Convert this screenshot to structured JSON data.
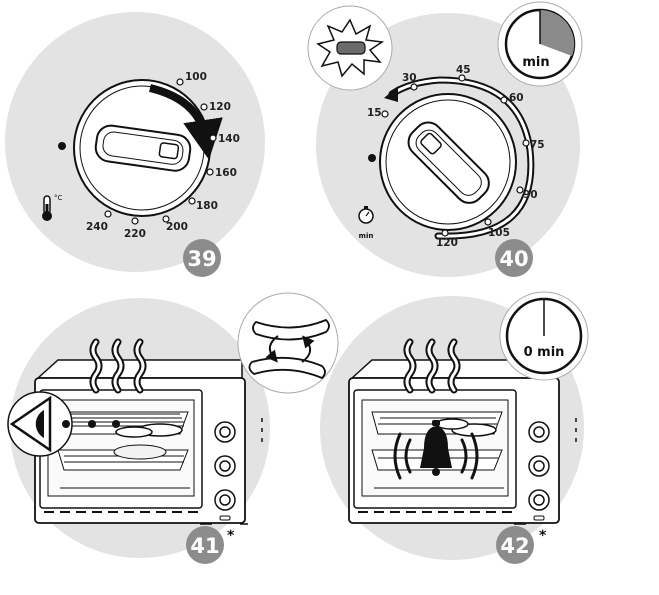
{
  "panel_39": {
    "step_number": "39",
    "temperature_labels": [
      "100",
      "120",
      "140",
      "160",
      "180",
      "200",
      "220",
      "240"
    ],
    "unit": "°C"
  },
  "panel_40": {
    "step_number": "40",
    "time_labels": [
      "15",
      "30",
      "45",
      "60",
      "75",
      "90",
      "105",
      "120"
    ],
    "timer_unit": "min",
    "small_timer_unit": "min"
  },
  "panel_41": {
    "step_number": "41",
    "footnote": "*"
  },
  "panel_42": {
    "step_number": "42",
    "timer_display": "0 min",
    "footnote": "*"
  },
  "colors": {
    "panel_bg": "#e3e3e3",
    "badge": "#8c8c8c",
    "line": "#1a1a1a"
  }
}
